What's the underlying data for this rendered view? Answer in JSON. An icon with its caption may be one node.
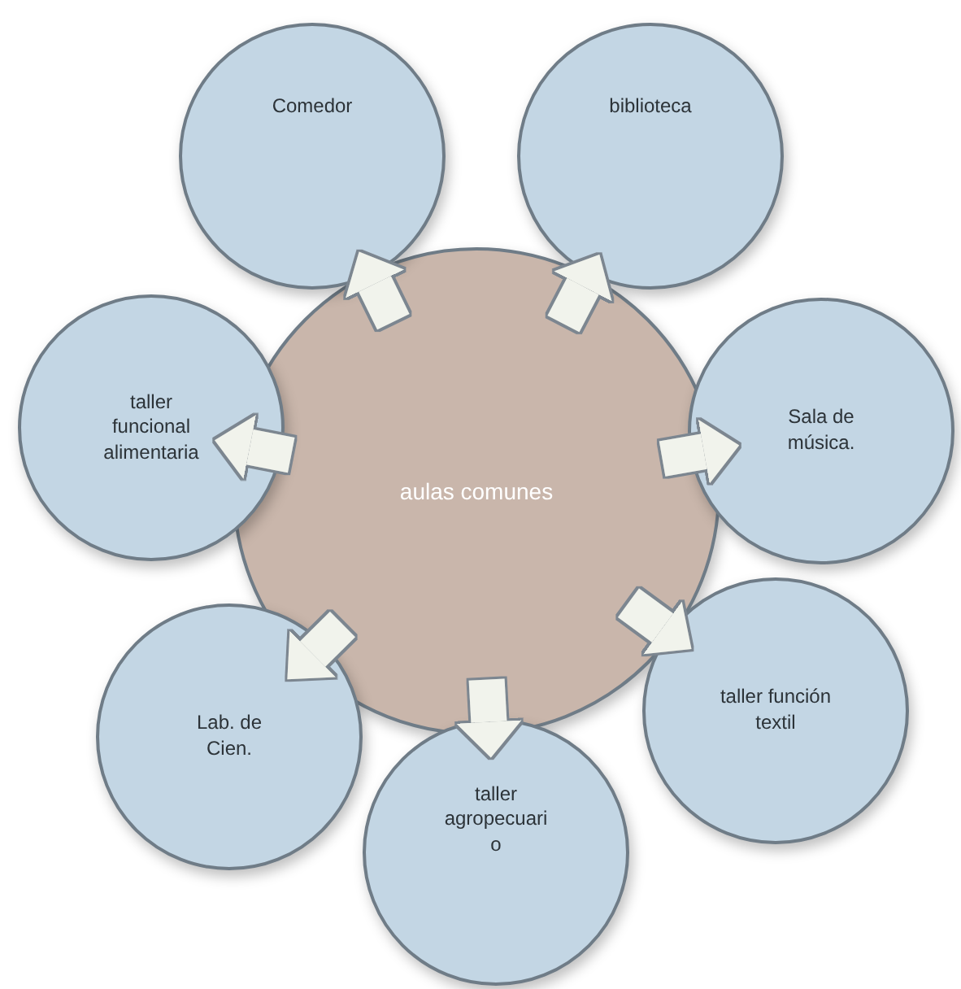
{
  "diagram": {
    "nodes": [
      {
        "text": [
          "aulas comunes"
        ]
      },
      {
        "text": [
          "Comedor"
        ]
      },
      {
        "text": [
          "biblioteca"
        ]
      },
      {
        "text": [
          "taller funcional alimentaria"
        ]
      },
      {
        "text": [
          "Sala de música."
        ]
      },
      {
        "text": [
          "Lab. de Cien."
        ]
      },
      {
        "text": [
          "taller función textil"
        ]
      },
      {
        "text": [
          "taller agropecuari o"
        ]
      }
    ],
    "edges": [
      {
        "from": 0,
        "to": 1,
        "arrow": "to"
      },
      {
        "from": 0,
        "to": 2,
        "arrow": "to"
      },
      {
        "from": 0,
        "to": 3,
        "arrow": "to"
      },
      {
        "from": 0,
        "to": 4,
        "arrow": "to"
      },
      {
        "from": 0,
        "to": 5,
        "arrow": "to"
      },
      {
        "from": 0,
        "to": 6,
        "arrow": "to"
      },
      {
        "from": 0,
        "to": 7,
        "arrow": "to"
      }
    ]
  }
}
